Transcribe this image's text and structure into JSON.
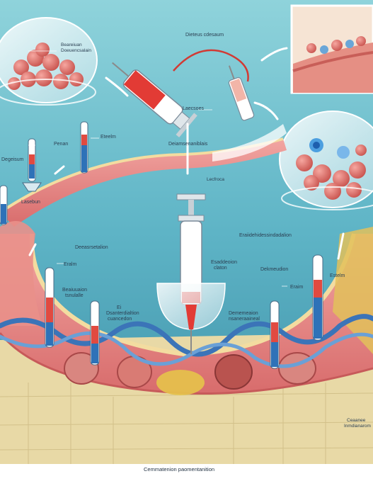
{
  "labels": {
    "top_center": "Dieteus cdesaum",
    "syringe_left_label": "Laecsoes",
    "center_upper": "Deiamsenaniblais",
    "lab_tag": "Lecfroca",
    "tube_left_1": "Eteelm",
    "tube_left_2": "Penan",
    "petri_left_label_1": "Beareiuan",
    "petri_left_label_2": "Doeuencsalain",
    "left_side_1": "Degeisum",
    "left_side_2": "Lasebun",
    "mid_left_title": "Deeasrsetalion",
    "mid_left_tube": "Eralm",
    "mid_left_desc_1": "Beaiuuaion",
    "mid_left_desc_2": "tsnulalle",
    "bottom_left_1": "Ei",
    "bottom_left_2": "Dsanterdialtion",
    "bottom_left_3": "cuancedon",
    "center_syringe_1": "Esaddeoion",
    "center_syringe_2": "claton",
    "right_title": "Eraiidehidessindadalion",
    "right_mid": "Dekmeudion",
    "right_tube": "Eraim",
    "right_side": "Estelm",
    "right_lower_1": "Dememeaion",
    "right_lower_2": "nsaneraaineal",
    "far_right_1": "Ceaanee",
    "far_right_2": "Inmdianarom",
    "bottom_caption": "Cemmatenion paomentanition"
  }
}
